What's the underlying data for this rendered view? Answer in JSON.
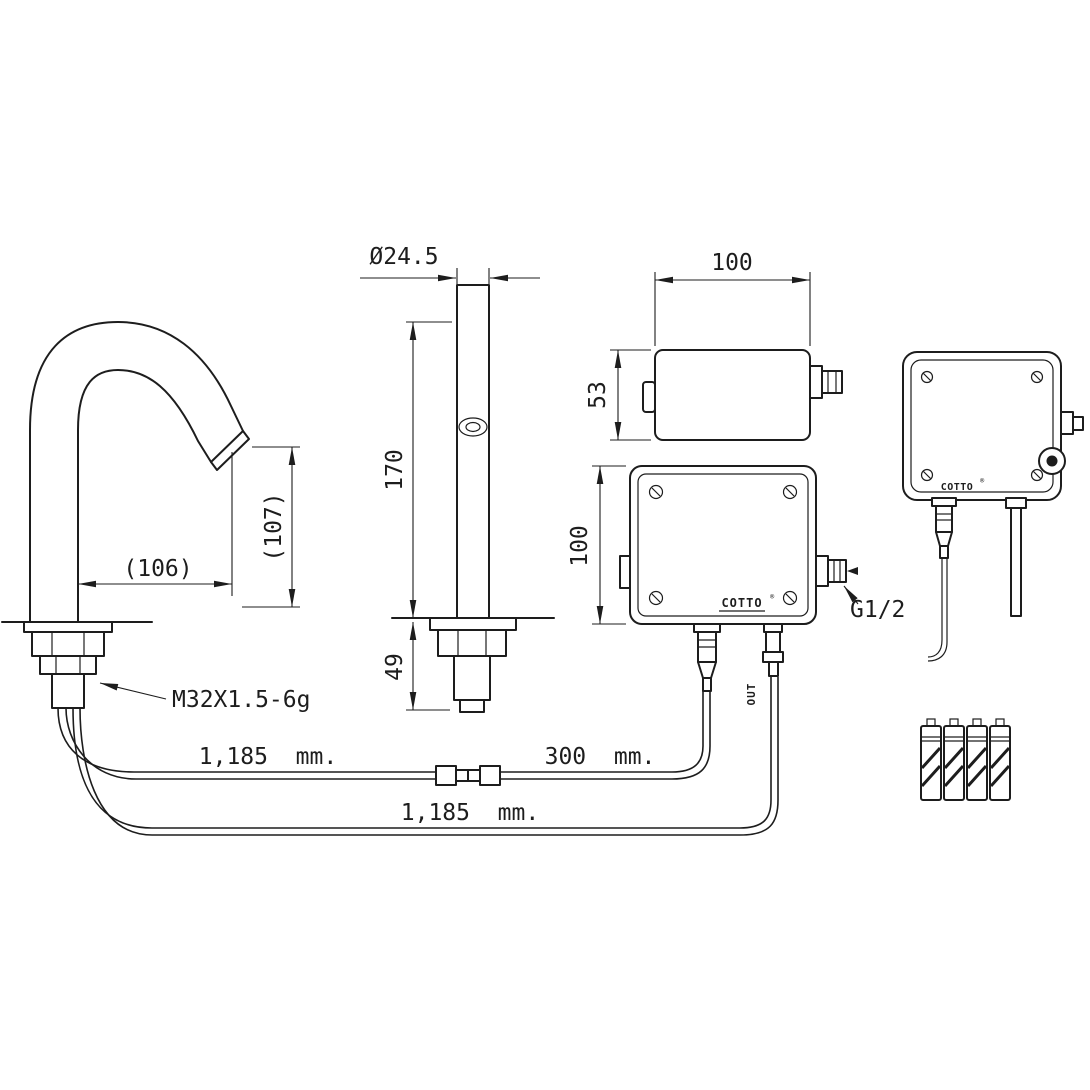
{
  "drawing": {
    "colors": {
      "line": "#1d1d1d",
      "background": "#ffffff"
    },
    "faucet_side": {
      "reach_dim": "(106)",
      "height_dim": "(107)",
      "thread_label": "M32X1.5-6g"
    },
    "faucet_front": {
      "diameter_dim": "Ø24.5",
      "height_dim": "170",
      "shank_dim": "49"
    },
    "control_box_top": {
      "width_dim": "100",
      "depth_dim": "53"
    },
    "control_box_front": {
      "height_dim": "100",
      "brand": "COTTO",
      "reg": "®",
      "outlet_label": "OUT",
      "inlet_thread": "G1/2"
    },
    "control_box_side": {
      "brand": "COTTO",
      "reg": "®"
    },
    "hoses": {
      "sensor_hose_main": "1,185  mm.",
      "sensor_hose_tail": "300  mm.",
      "supply_hose": "1,185  mm."
    },
    "batteries": {
      "count": 4
    }
  }
}
